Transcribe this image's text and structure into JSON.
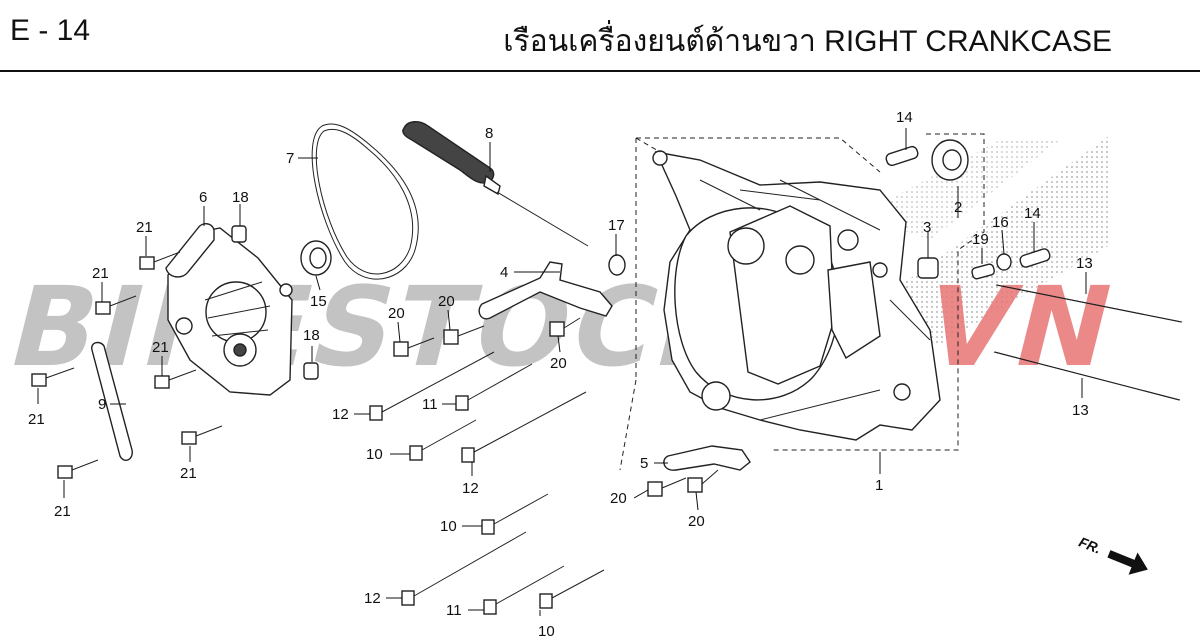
{
  "header": {
    "page_code": "E - 14",
    "title": "เรือนเครื่องยนต์ด้านขวา  RIGHT CRANKCASE"
  },
  "watermark": {
    "text_main": "BIKESTOCK",
    "text_accent": "VN",
    "color_main": "#b9b9b9",
    "color_accent": "#e87575"
  },
  "direction_indicator": {
    "label": "FR."
  },
  "callouts": {
    "c1": "1",
    "c2": "2",
    "c3": "3",
    "c4": "4",
    "c5": "5",
    "c6": "6",
    "c7": "7",
    "c8": "8",
    "c9": "9",
    "c10a": "10",
    "c10b": "10",
    "c10c": "10",
    "c11a": "11",
    "c11b": "11",
    "c12a": "12",
    "c12b": "12",
    "c12c": "12",
    "c13a": "13",
    "c13b": "13",
    "c14a": "14",
    "c14b": "14",
    "c15": "15",
    "c16": "16",
    "c17": "17",
    "c18a": "18",
    "c18b": "18",
    "c19": "19",
    "c20a": "20",
    "c20b": "20",
    "c20c": "20",
    "c20d": "20",
    "c20e": "20",
    "c21a": "21",
    "c21b": "21",
    "c21c": "21",
    "c21d": "21",
    "c21e": "21",
    "c21f": "21"
  }
}
